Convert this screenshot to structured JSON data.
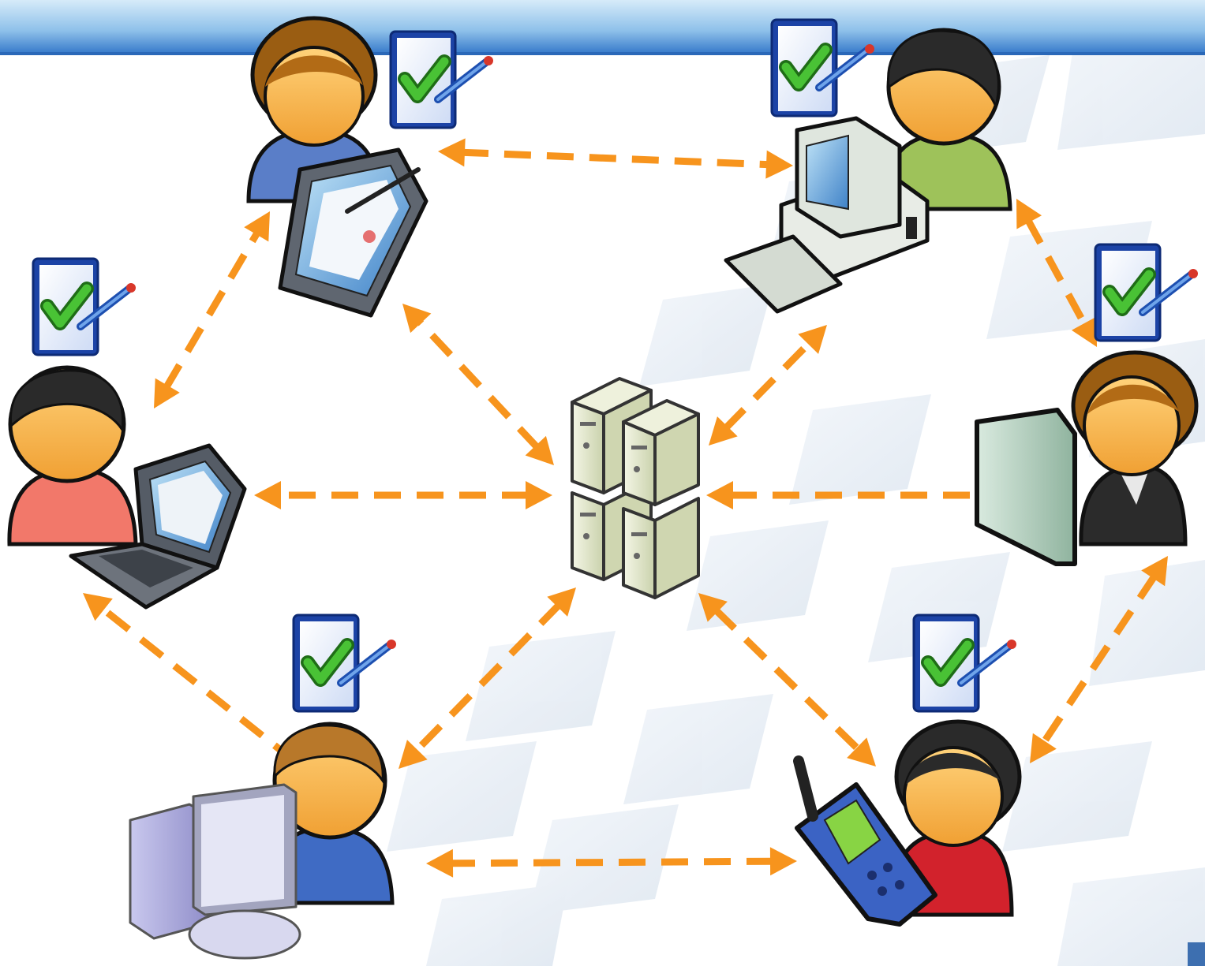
{
  "colors": {
    "header_top": "#cfe6f7",
    "header_bottom": "#2f74c8",
    "arrow": "#f7941d",
    "tile": "#e7edf5",
    "server_body": "#dfe6c8",
    "check": "#3dac2b",
    "doc_frame": "#1c43a6",
    "skin": "#f6b04a"
  },
  "diagram": {
    "hub": {
      "name": "server-cluster",
      "icon": "server-cluster-icon"
    },
    "nodes": [
      {
        "id": "tablet-user",
        "person_icon": "woman-blue-shirt-icon",
        "device_icon": "tablet-pc-icon",
        "badge": "approval-document-icon"
      },
      {
        "id": "desktop-user-green",
        "person_icon": "man-green-shirt-icon",
        "device_icon": "desktop-computer-icon",
        "badge": "approval-document-icon"
      },
      {
        "id": "monitor-user",
        "person_icon": "woman-dark-suit-icon",
        "device_icon": "flat-monitor-icon",
        "badge": "approval-document-icon"
      },
      {
        "id": "mobile-user",
        "person_icon": "woman-red-shirt-icon",
        "device_icon": "mobile-phone-icon",
        "badge": "approval-document-icon"
      },
      {
        "id": "workstation-user",
        "person_icon": "man-blue-shirt-icon",
        "device_icon": "workstation-pc-icon",
        "badge": "approval-document-icon"
      },
      {
        "id": "laptop-user",
        "person_icon": "man-red-shirt-icon",
        "device_icon": "laptop-icon",
        "badge": "approval-document-icon"
      }
    ],
    "connections": [
      {
        "from": "tablet-user",
        "to": "desktop-user-green"
      },
      {
        "from": "desktop-user-green",
        "to": "monitor-user"
      },
      {
        "from": "monitor-user",
        "to": "mobile-user"
      },
      {
        "from": "mobile-user",
        "to": "workstation-user"
      },
      {
        "from": "workstation-user",
        "to": "laptop-user"
      },
      {
        "from": "laptop-user",
        "to": "tablet-user"
      },
      {
        "from": "server-cluster",
        "to": "tablet-user"
      },
      {
        "from": "server-cluster",
        "to": "desktop-user-green"
      },
      {
        "from": "server-cluster",
        "to": "monitor-user"
      },
      {
        "from": "server-cluster",
        "to": "mobile-user"
      },
      {
        "from": "server-cluster",
        "to": "workstation-user"
      },
      {
        "from": "server-cluster",
        "to": "laptop-user"
      }
    ]
  }
}
